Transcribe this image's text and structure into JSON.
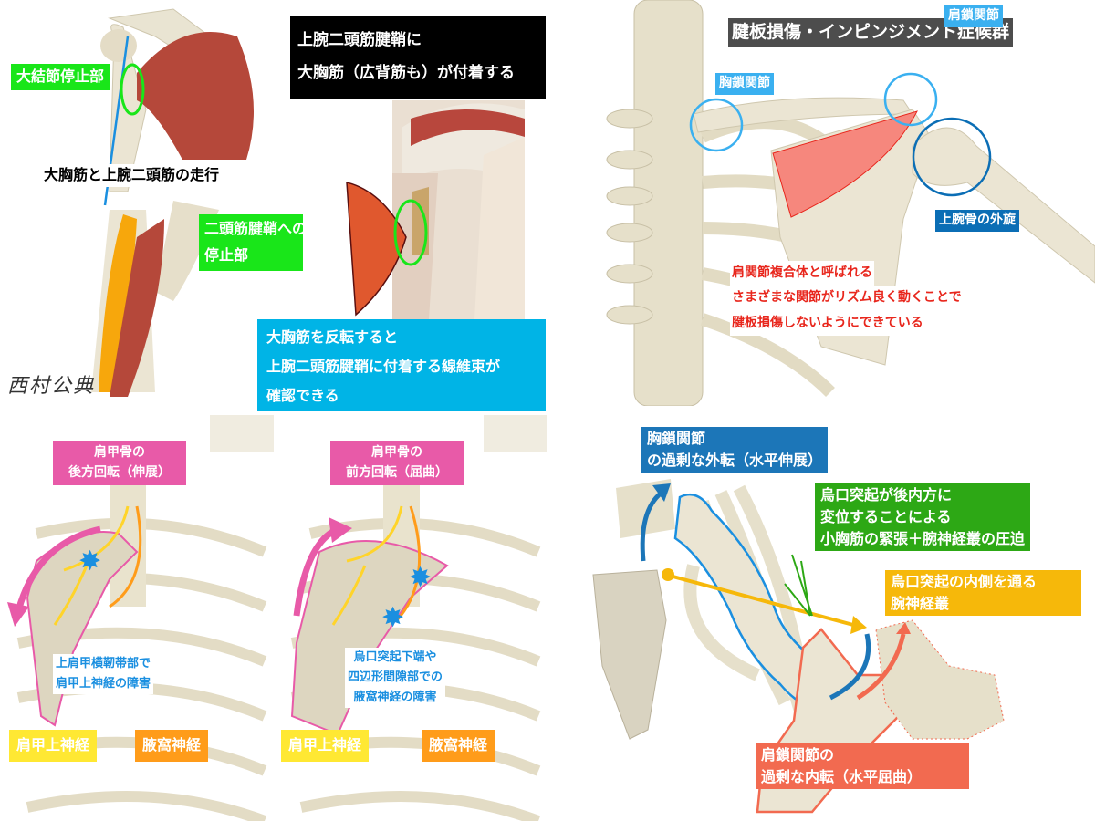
{
  "top_left": {
    "insertion_label": "大結節停止部",
    "title_lines": [
      "上腕二頭筋腱鞘に",
      "大胸筋（広背筋も）が付着する"
    ],
    "course_caption": "大胸筋と上腕二頭筋の走行",
    "tendon_sheath_label": [
      "二頭筋腱鞘への",
      "停止部"
    ],
    "note_lines": [
      "大胸筋を反転すると",
      "上腕二頭筋腱鞘に付着する線維束が",
      "確認できる"
    ],
    "watermark": "西村公典"
  },
  "top_right": {
    "title": "腱板損傷・インピンジメント症候群",
    "sternoclavicular": "胸鎖関節",
    "acromioclavicular": "肩鎖関節",
    "humerus_rotation": "上腕骨の外旋",
    "explanation": [
      "肩関節複合体と呼ばれる",
      "さまざまな関節がリズム良く動くことで",
      "腱板損傷しないようにできている"
    ]
  },
  "bottom_left": {
    "posterior": {
      "title": [
        "肩甲骨の",
        "後方回転（伸展）"
      ],
      "note": [
        "上肩甲横靭帯部で",
        "肩甲上神経の障害"
      ],
      "nerve1": "肩甲上神経",
      "nerve2": "腋窩神経"
    },
    "anterior": {
      "title": [
        "肩甲骨の",
        "前方回転（屈曲）"
      ],
      "note": [
        "烏口突起下端や",
        "四辺形間隙部での",
        "腋窩神経の障害"
      ],
      "nerve1": "肩甲上神経",
      "nerve2": "腋窩神経"
    }
  },
  "bottom_right": {
    "sc_abduction": [
      "胸鎖関節",
      "の過剰な外転（水平伸展）"
    ],
    "coracoid_displacement": [
      "烏口突起が後内方に",
      "変位することによる",
      "小胸筋の緊張＋腕神経叢の圧迫"
    ],
    "brachial_plexus": [
      "烏口突起の内側を通る",
      "腕神経叢"
    ],
    "ac_adduction": [
      "肩鎖関節の",
      "過剰な内転（水平屈曲）"
    ]
  },
  "colors": {
    "green": "#19e619",
    "cyan": "#00b4e6",
    "pink": "#e85aa8",
    "yellow": "#ffe833",
    "orange": "#ff9c1a",
    "blue": "#1c76b8",
    "red": "#f26a50",
    "bone": "#e8e2cc",
    "muscle": "#b5483a"
  }
}
